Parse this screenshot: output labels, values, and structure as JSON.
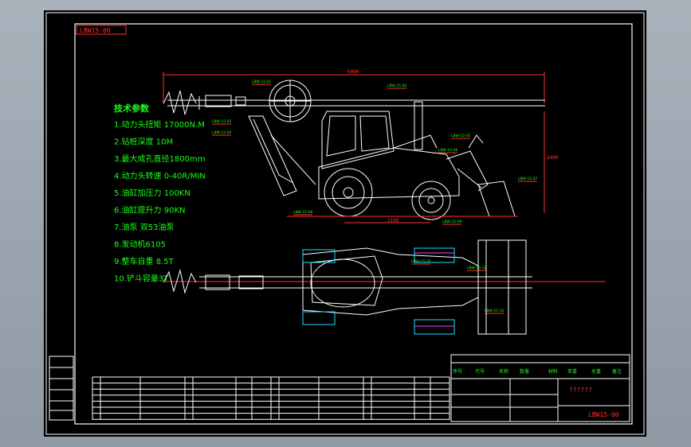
{
  "drawing": {
    "stamp_code": "LBW15-00",
    "drawing_number": "LBW15-00",
    "center_label": "??????",
    "dimension_top": "6000",
    "dimension_height": "2400",
    "dimension_wheel": "2100"
  },
  "specs": {
    "title": "技术参数",
    "items": [
      "1.动力头扭矩 17000N.M",
      "2.钻桩深度 10M",
      "3.最大成孔直径1800mm",
      "4.动力头转速 0-40R/MIN",
      "5.油缸加压力 100KN",
      "6.油缸提升力 90KN",
      "7.油泵 双53油泵",
      "8.发动机6105",
      "9.整车自重 8.5T",
      "10.铲斗容量3T"
    ]
  },
  "callouts": [
    "LBW-15-01",
    "LBW-15-02",
    "LBW-15-03",
    "LBW-15-04",
    "LBW-15-05",
    "LBW-15-06",
    "LBW-15-07",
    "LBW-15-08",
    "LBW-15-09",
    "LBW-15-10",
    "LBW-15-11",
    "LBW-15-12"
  ],
  "title_block": {
    "headers": [
      "序号",
      "代号",
      "名称",
      "数量",
      "材料",
      "单重",
      "总重",
      "备注"
    ]
  },
  "colors": {
    "line": "#ffffff",
    "text": "#19ff19",
    "dim": "#ff3030",
    "hatch": "#20e0ff",
    "accent": "#ff40ff"
  }
}
